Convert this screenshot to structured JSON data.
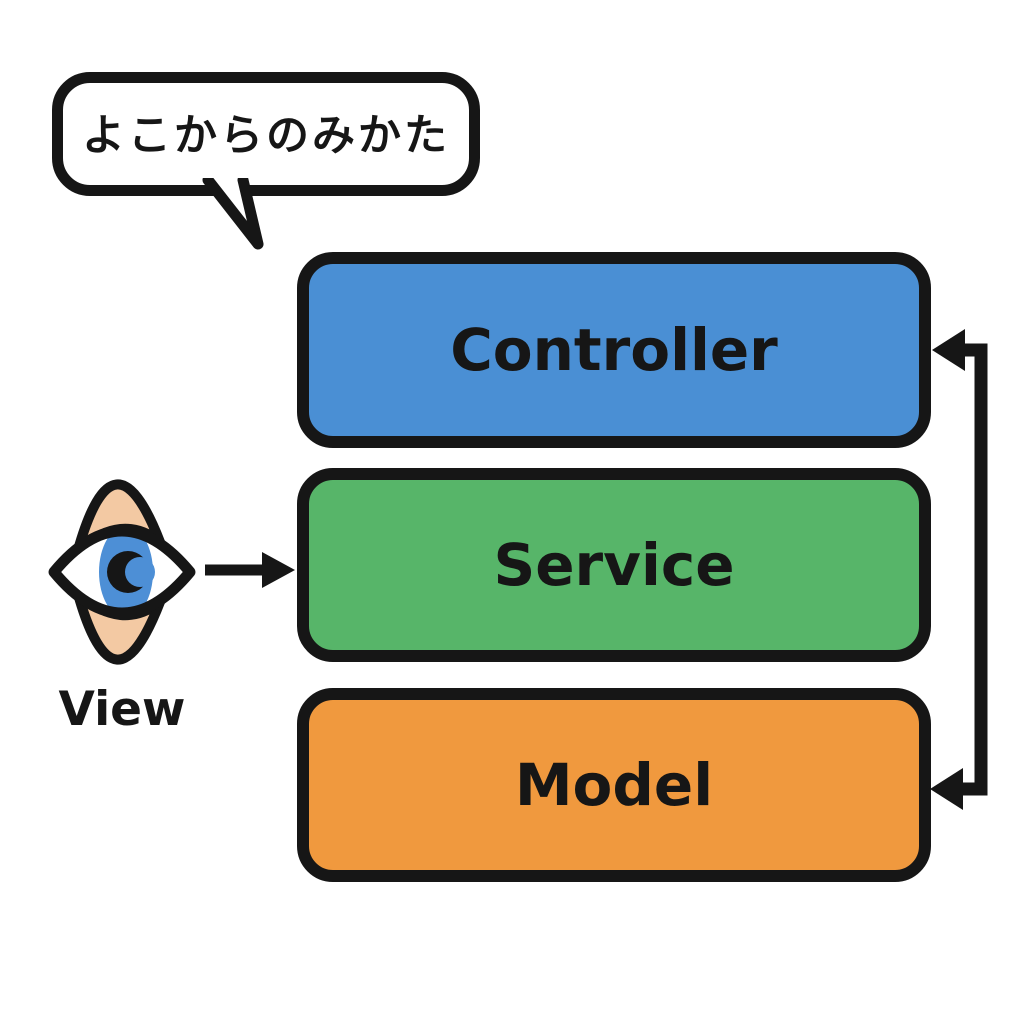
{
  "title_bubble": {
    "text": "よこからのみかた"
  },
  "layers": [
    {
      "label": "Controller",
      "color": "#4A8FD4"
    },
    {
      "label": "Service",
      "color": "#57B569"
    },
    {
      "label": "Model",
      "color": "#F0993E"
    }
  ],
  "view": {
    "label": "View",
    "icon": "eye-icon"
  },
  "connections": [
    {
      "from": "view-eye",
      "to": "Service",
      "type": "arrow-right"
    },
    {
      "from": "right-bus",
      "to": "Controller",
      "type": "arrow-left"
    },
    {
      "from": "right-bus",
      "to": "Model",
      "type": "arrow-left"
    }
  ],
  "colors": {
    "outline": "#161616",
    "background": "#FFFFFF",
    "eye_lid": "#F3C9A3",
    "eye_iris": "#4D8FD6",
    "controller": "#4A8FD4",
    "service": "#57B569",
    "model": "#F0993E"
  }
}
